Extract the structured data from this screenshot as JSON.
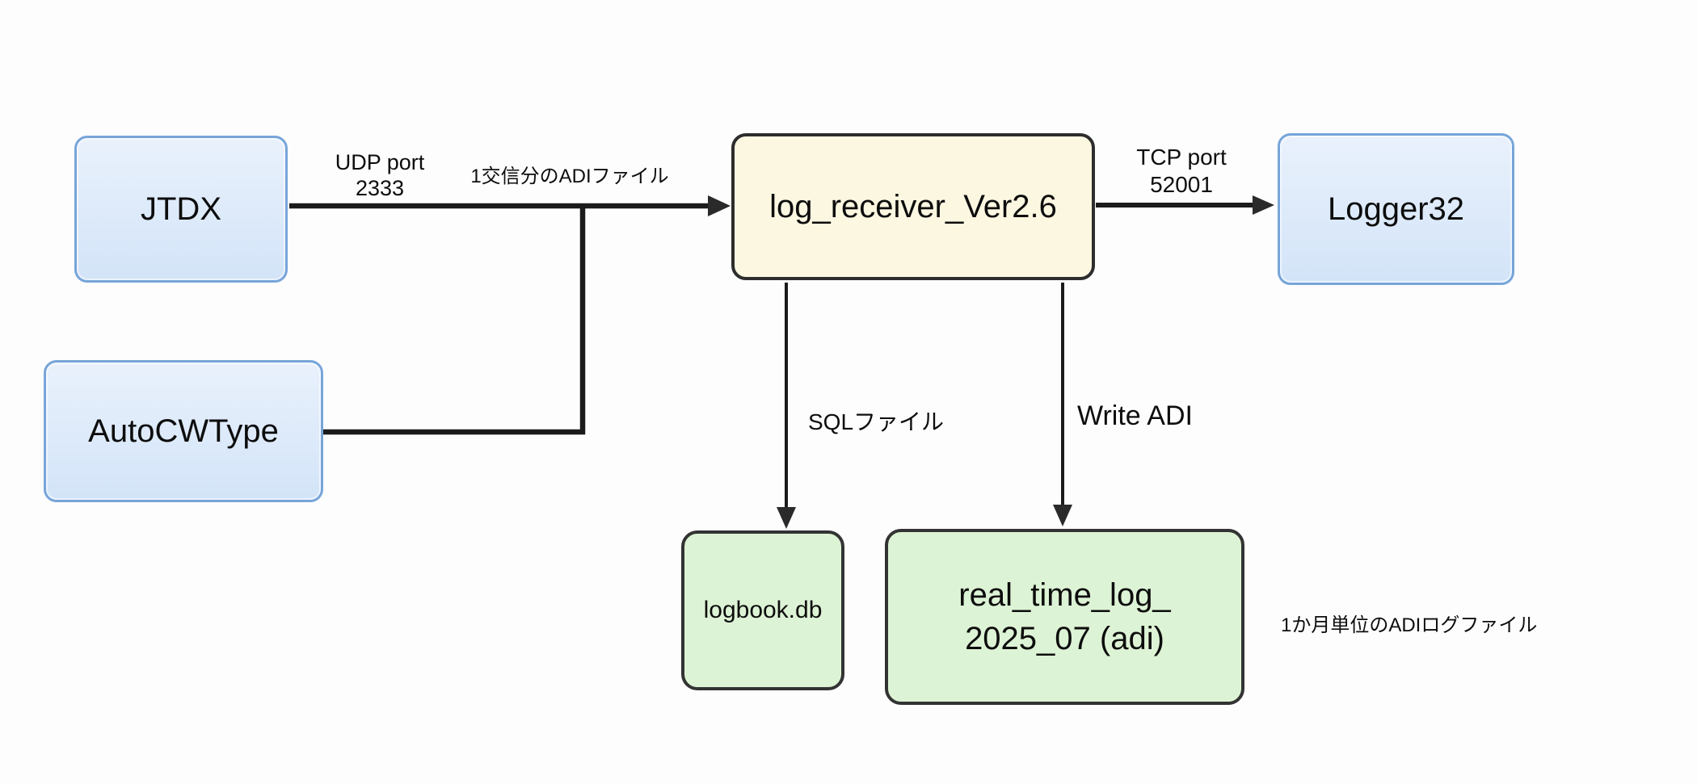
{
  "nodes": {
    "jtdx": {
      "label": "JTDX"
    },
    "autocw": {
      "label": "AutoCWType"
    },
    "receiver": {
      "label": "log_receiver_Ver2.6"
    },
    "logger32": {
      "label": "Logger32"
    },
    "logbook": {
      "label": "logbook.db"
    },
    "realtime": {
      "line1": "real_time_log_",
      "line2": "2025_07 (adi)"
    }
  },
  "edge_labels": {
    "udp_port": {
      "line1": "UDP port",
      "line2": "2333"
    },
    "adi_file": "1交信分のADIファイル",
    "tcp_port": {
      "line1": "TCP port",
      "line2": "52001"
    },
    "sql_file": "SQLファイル",
    "write_adi": "Write ADI"
  },
  "annotations": {
    "monthly_adi_note": "1か月単位のADIログファイル"
  },
  "colors": {
    "node_blue_fill_top": "#e9f1fc",
    "node_blue_fill_bot": "#d3e4f8",
    "node_blue_border": "#77a5d9",
    "node_yellow_fill": "#fcf7e1",
    "node_yellow_border": "#2d2d2d",
    "node_green_fill": "#ddf3d5",
    "node_green_border": "#333333",
    "arrow": "#1b1b1b",
    "text": "#0d0d0d"
  }
}
